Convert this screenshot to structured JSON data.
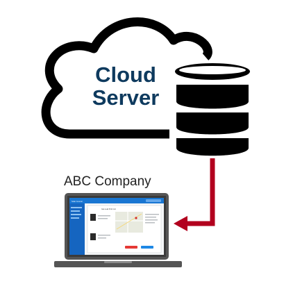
{
  "cloud": {
    "title_line1": "Cloud",
    "title_line2": "Server",
    "text_color": "#0e3a5e"
  },
  "company": {
    "label": "ABC Company"
  },
  "colors": {
    "outline": "#000000",
    "connector": "#b2001e",
    "laptop_body": "#555555",
    "app_sidebar": "#1565c0",
    "app_header": "#1976d2"
  },
  "icons": {
    "cloud": "cloud-icon",
    "database": "database-icon",
    "laptop": "laptop-icon",
    "arrow": "arrow-left-icon"
  },
  "app_screen": {
    "app_name": "Solar Counter",
    "page_title": "Gas Leak Point List"
  }
}
